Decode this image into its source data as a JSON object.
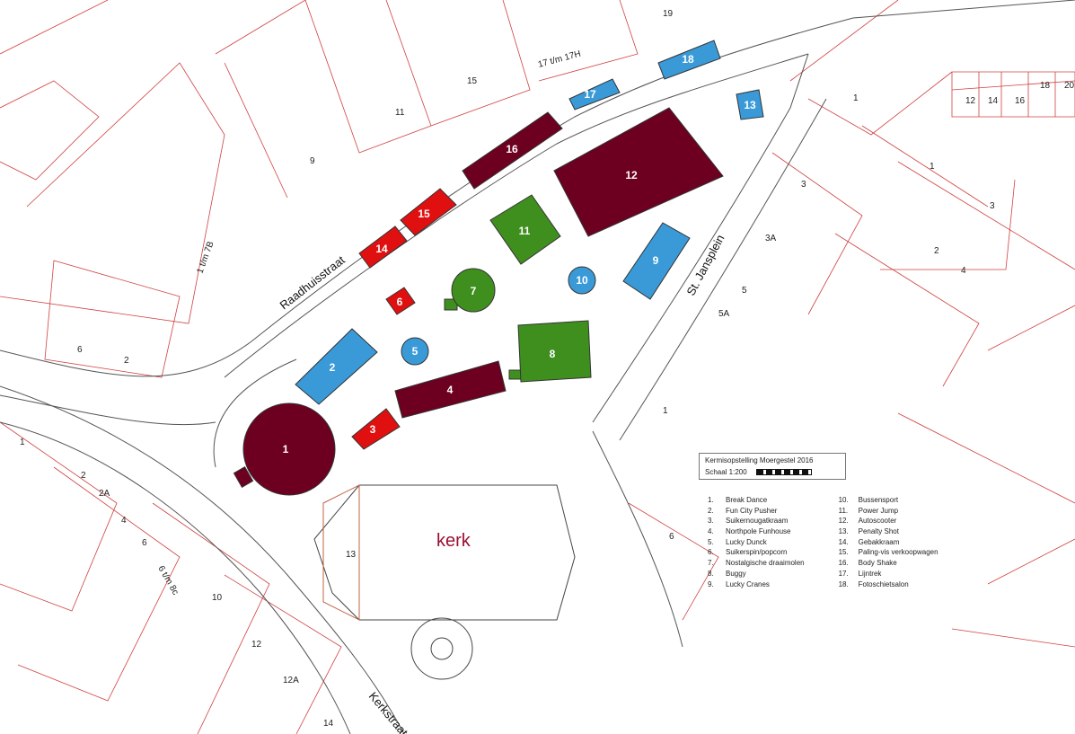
{
  "map_title": "Kermisopstelling Moergestel 2016",
  "scale_label": "Schaal 1:200",
  "colors": {
    "maroon": "#6d0020",
    "red": "#e01010",
    "blue": "#3a9ad8",
    "green": "#3f8f1f"
  },
  "streets": {
    "raadhuisstraat": "Raadhuisstraat",
    "jansplein": "St. Jansplein",
    "kerkstraat": "Kerkstraat",
    "kerk": "kerk"
  },
  "house_numbers": [
    "19",
    "17 t/m 17H",
    "15",
    "11",
    "9",
    "1 t/m 7B",
    "6",
    "2",
    "1",
    "2",
    "2A",
    "4",
    "6",
    "6 t/m 8c",
    "10",
    "12",
    "12A",
    "14",
    "13",
    "1",
    "12",
    "14",
    "16",
    "18",
    "20",
    "1",
    "3",
    "3",
    "3A",
    "2",
    "4",
    "5",
    "5A",
    "1",
    "6"
  ],
  "attractions": [
    {
      "n": "1",
      "name": "Break Dance"
    },
    {
      "n": "2",
      "name": "Fun City Pusher"
    },
    {
      "n": "3",
      "name": "Suikernougatkraam"
    },
    {
      "n": "4",
      "name": "Northpole Funhouse"
    },
    {
      "n": "5",
      "name": "Lucky Dunck"
    },
    {
      "n": "6",
      "name": "Suikerspin/popcorn"
    },
    {
      "n": "7",
      "name": "Nostalgische draaimolen"
    },
    {
      "n": "8",
      "name": "Buggy"
    },
    {
      "n": "9",
      "name": "Lucky Cranes"
    },
    {
      "n": "10",
      "name": "Bussensport"
    },
    {
      "n": "11",
      "name": "Power Jump"
    },
    {
      "n": "12",
      "name": "Autoscooter"
    },
    {
      "n": "13",
      "name": "Penalty Shot"
    },
    {
      "n": "14",
      "name": "Gebakkraam"
    },
    {
      "n": "15",
      "name": "Paling-vis verkoopwagen"
    },
    {
      "n": "16",
      "name": "Body Shake"
    },
    {
      "n": "17",
      "name": "Lijntrek"
    },
    {
      "n": "18",
      "name": "Fotoschietsalon"
    }
  ]
}
